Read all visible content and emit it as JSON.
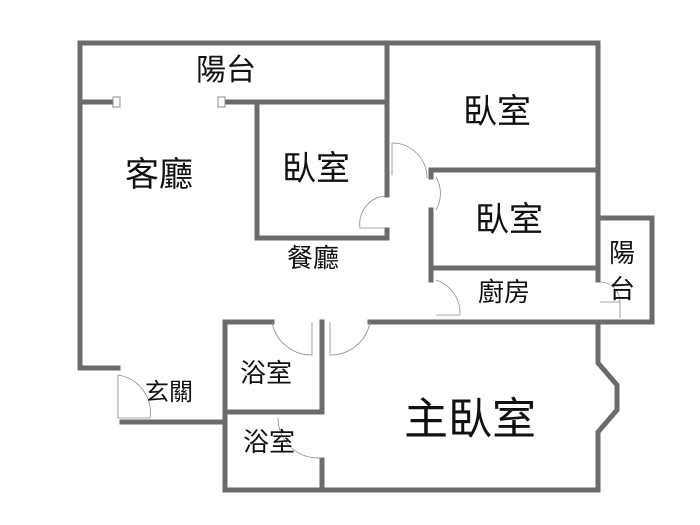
{
  "floorplan": {
    "rooms": {
      "balcony_top": "陽台",
      "living_room": "客廳",
      "bedroom_middle": "臥室",
      "bedroom_top_right": "臥室",
      "bedroom_right": "臥室",
      "dining_room": "餐廳",
      "kitchen": "廚房",
      "balcony_right": "陽台",
      "entrance": "玄關",
      "bathroom_upper": "浴室",
      "bathroom_lower": "浴室",
      "master_bedroom": "主臥室"
    },
    "colors": {
      "wall": "#6b6b6d",
      "door": "#8a8d99",
      "text": "#111111"
    }
  }
}
